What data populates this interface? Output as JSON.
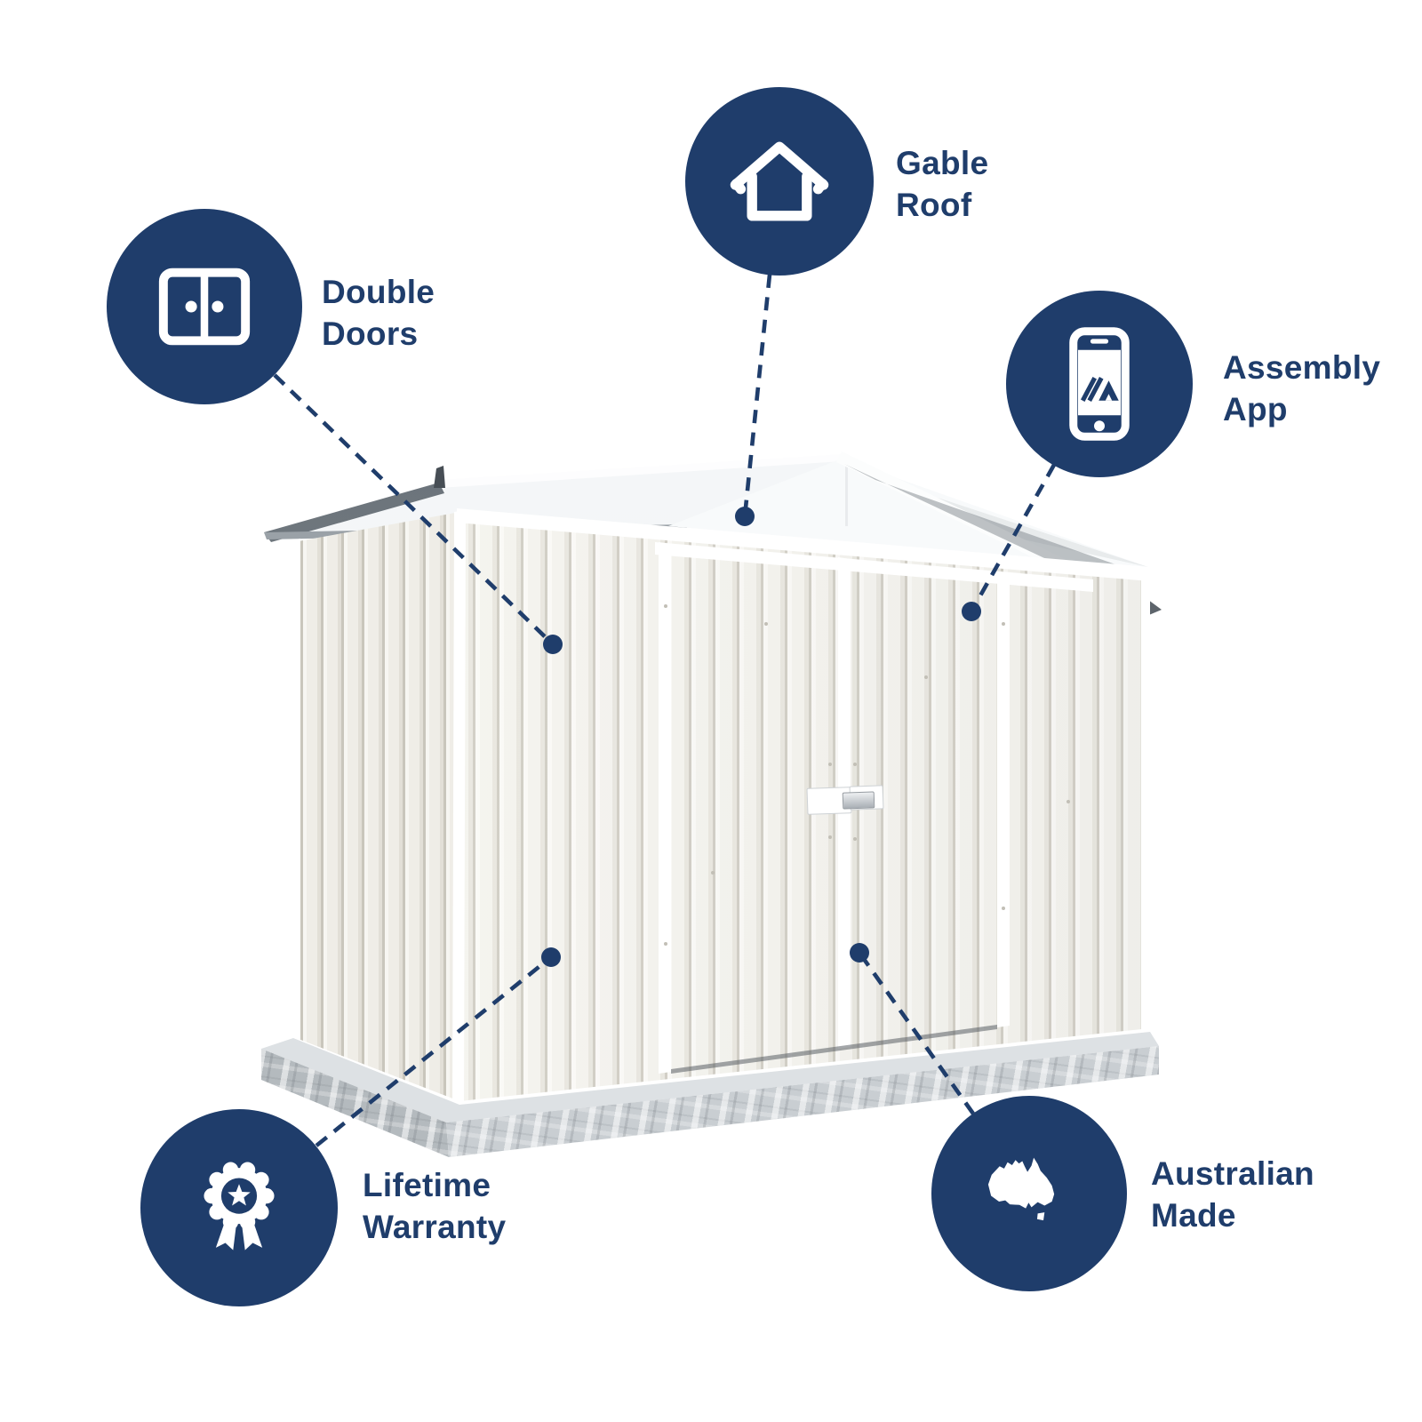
{
  "colors": {
    "navy": "#1F3D6B",
    "background": "#FFFFFF",
    "shed_panel": "#F4F3EE",
    "shed_panel_groove": "#D8D5CC",
    "roof_white": "#FAFBFC",
    "slab_gray": "#C9CED2"
  },
  "features": {
    "double_doors": {
      "line1": "Double",
      "line2": "Doors",
      "icon": "double-doors-icon"
    },
    "gable_roof": {
      "line1": "Gable",
      "line2": "Roof",
      "icon": "gable-roof-house-icon"
    },
    "assembly_app": {
      "line1": "Assembly",
      "line2": "App",
      "icon": "assembly-app-phone-icon"
    },
    "lifetime_warranty": {
      "line1": "Lifetime",
      "line2": "Warranty",
      "icon": "lifetime-warranty-ribbon-icon"
    },
    "australian_made": {
      "line1": "Australian",
      "line2": "Made",
      "icon": "australian-made-map-icon"
    }
  }
}
